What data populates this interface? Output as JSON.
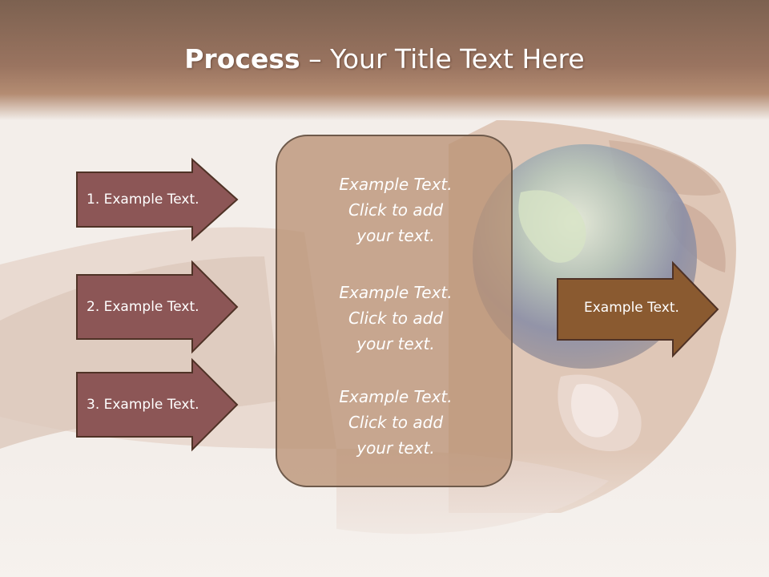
{
  "title": {
    "bold": "Process",
    "rest": " – Your Title Text Here"
  },
  "left_arrows": [
    {
      "label": "1. Example Text."
    },
    {
      "label": "2. Example Text."
    },
    {
      "label": "3. Example Text."
    }
  ],
  "center_box": {
    "blocks": [
      {
        "lines": [
          "Example Text.",
          "Click  to add",
          "your text."
        ]
      },
      {
        "lines": [
          "Example Text.",
          "Click  to add",
          "your text."
        ]
      },
      {
        "lines": [
          "Example Text.",
          "Click  to add",
          "your text."
        ]
      }
    ]
  },
  "right_arrow": {
    "label": "Example Text."
  },
  "colors": {
    "left_arrow_fill": "#8c5656",
    "right_arrow_fill": "#8a5a30",
    "arrow_stroke": "#4f3226",
    "box_fill": "#c09a7b",
    "title_band": "#8a6a55"
  },
  "background": {
    "image": "hands-holding-earth-globe"
  }
}
